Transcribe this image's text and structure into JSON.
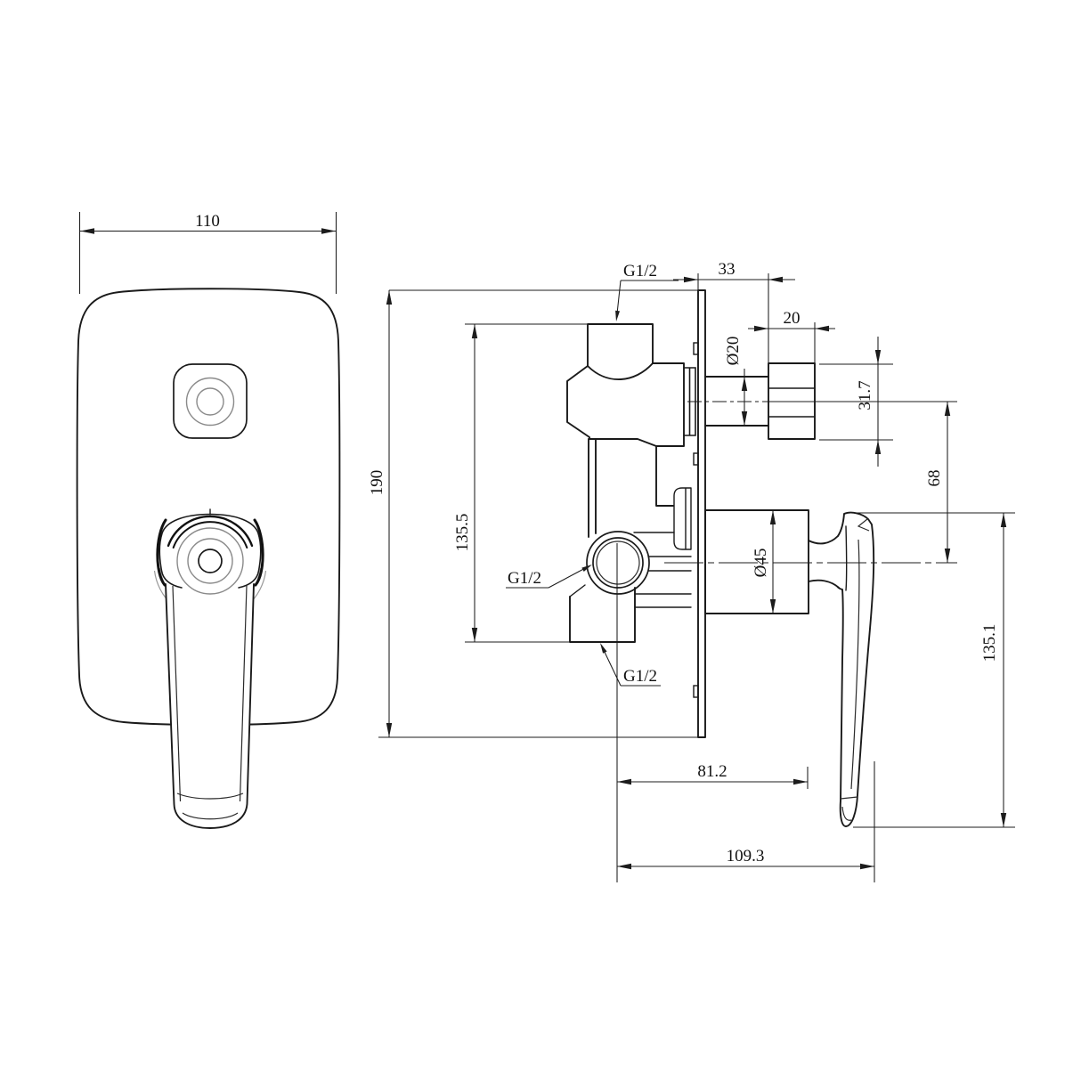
{
  "drawing": {
    "type": "technical-drawing",
    "subject": "concealed shower mixer valve with diverter",
    "front_view": {
      "plate_width": "110"
    },
    "side_view": {
      "plate_height": "190",
      "valve_body_height": "135.5",
      "top_inlet_thread": "G1/2",
      "side_outlet_thread": "G1/2",
      "bottom_inlet_thread": "G1/2",
      "plate_to_diverter_knob": "33",
      "diverter_knob_length": "20",
      "diverter_stem_diameter": "Ø20",
      "diverter_knob_height": "31.7",
      "diverter_to_handle_axis": "68",
      "handle_hub_diameter": "Ø45",
      "handle_length": "135.1",
      "axis_to_hub_face": "81.2",
      "axis_to_handle_tip": "109.3"
    }
  }
}
